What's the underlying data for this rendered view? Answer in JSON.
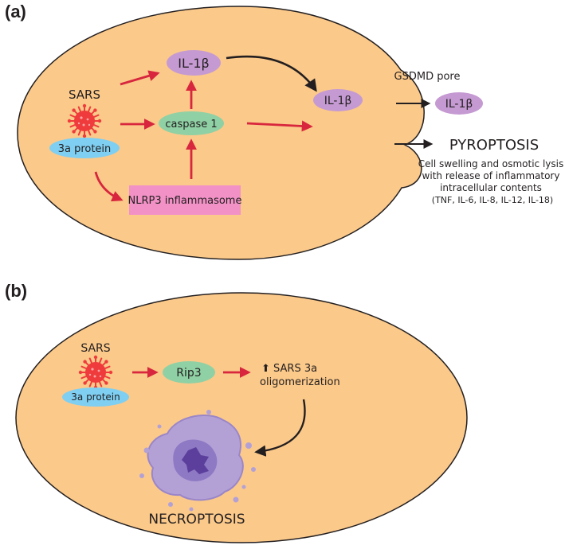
{
  "panel_a": {
    "label": "(a)",
    "sars": "SARS",
    "protein_3a": "3a protein",
    "il1b": "IL-1β",
    "caspase1": "caspase 1",
    "nlrp3": "NLRP3 inflammasome",
    "gsdmd_pore": "GSDMD pore",
    "pyroptosis": "PYROPTOSIS",
    "desc_lines": [
      "Cell swelling and osmotic lysis",
      "with release of inflammatory",
      "intracellular contents",
      "(TNF, IL-6, IL-8, IL-12, IL-18)"
    ]
  },
  "panel_b": {
    "label": "(b)",
    "sars": "SARS",
    "protein_3a": "3a protein",
    "rip3": "Rip3",
    "oligo_line1": "⬆ SARS 3a",
    "oligo_line2": "oligomerization",
    "necroptosis": "NECROPTOSIS"
  },
  "colors": {
    "cell_fill": "#fbc98a",
    "cell_stroke": "#231f20",
    "arrow_red": "#d7263d",
    "virus_red": "#ef3b3b",
    "il1b_fill": "#c59ad2",
    "caspase_fill": "#8fd1a4",
    "rip3_fill": "#8fd1a4",
    "protein3a_fill": "#7ecff2",
    "nlrp3_fill": "#f291c6",
    "necro_cell": "#b3a1d6",
    "necro_nucleus": "#7d64b8"
  }
}
